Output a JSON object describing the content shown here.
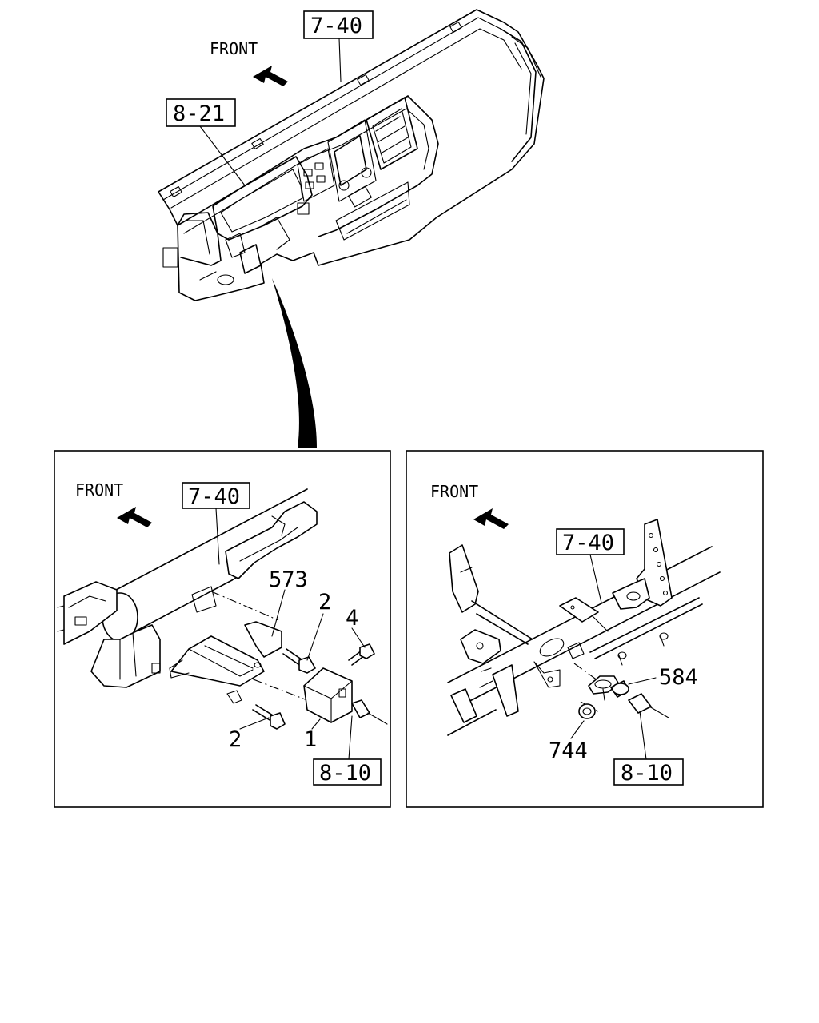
{
  "top_view": {
    "front_label": "FRONT",
    "ref_instrument_panel": "7-40",
    "ref_meter": "8-21"
  },
  "left_detail": {
    "front_label": "FRONT",
    "ref_instrument_panel": "7-40",
    "ref_harness": "8-10",
    "callouts": [
      "573",
      "2",
      "4",
      "2",
      "1"
    ]
  },
  "right_detail": {
    "front_label": "FRONT",
    "ref_instrument_panel": "7-40",
    "ref_harness": "8-10",
    "callouts": [
      "584",
      "744"
    ]
  }
}
